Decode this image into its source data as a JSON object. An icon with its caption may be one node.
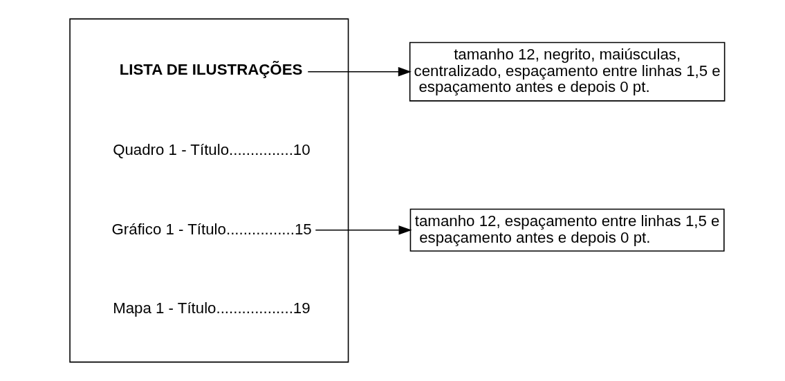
{
  "diagram": {
    "nodes": [
      {
        "text": [],
        "shape": "box"
      },
      {
        "text": [
          "LISTA DE ILUSTRAÇÕES"
        ],
        "in": 0
      },
      {
        "text": [
          "Quadro 1 - Título...............10"
        ],
        "in": 0
      },
      {
        "text": [
          "Gráfico 1 - Título................15"
        ],
        "in": 0
      },
      {
        "text": [
          "Mapa 1 - Título..................19"
        ],
        "in": 0
      },
      {
        "text": [
          "tamanho 12, negrito, maiúsculas, centralizado, espaçamento entre linhas 1,5 e espaçamento antes e depois 0 pt."
        ]
      },
      {
        "text": [
          "tamanho 12, espaçamento entre linhas 1,5 e espaçamento antes e depois 0 pt."
        ]
      }
    ],
    "edges": [
      {
        "from": 1,
        "to": 5,
        "arrow": "to"
      },
      {
        "from": 3,
        "to": 6,
        "arrow": "to"
      }
    ]
  }
}
